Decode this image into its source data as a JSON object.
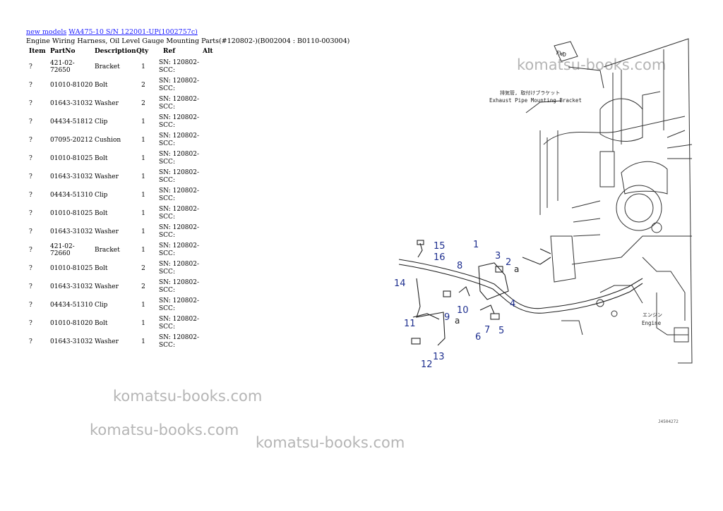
{
  "breadcrumb": {
    "link1": "new models",
    "link2": "WA475-10 S/N 122001-UP(1002757c)"
  },
  "subtitle": "Engine Wiring Harness, Oil Level Gauge Mounting Parts(#120802-)(B002004 : B0110-003004)",
  "table": {
    "headers": {
      "item": "Item",
      "partno": "PartNo",
      "description": "Description",
      "qty": "Qty",
      "ref": "Ref",
      "alt": "Alt"
    },
    "rows": [
      {
        "item": "?",
        "partno": "421-02-72650",
        "description": "Bracket",
        "qty": "1",
        "ref1": "SN: 120802-",
        "ref2": "SCC:"
      },
      {
        "item": "?",
        "partno": "01010-81020",
        "description": "Bolt",
        "qty": "2",
        "ref1": "SN: 120802-",
        "ref2": "SCC:"
      },
      {
        "item": "?",
        "partno": "01643-31032",
        "description": "Washer",
        "qty": "2",
        "ref1": "SN: 120802-",
        "ref2": "SCC:"
      },
      {
        "item": "?",
        "partno": "04434-51812",
        "description": "Clip",
        "qty": "1",
        "ref1": "SN: 120802-",
        "ref2": "SCC:"
      },
      {
        "item": "?",
        "partno": "07095-20212",
        "description": "Cushion",
        "qty": "1",
        "ref1": "SN: 120802-",
        "ref2": "SCC:"
      },
      {
        "item": "?",
        "partno": "01010-81025",
        "description": "Bolt",
        "qty": "1",
        "ref1": "SN: 120802-",
        "ref2": "SCC:"
      },
      {
        "item": "?",
        "partno": "01643-31032",
        "description": "Washer",
        "qty": "1",
        "ref1": "SN: 120802-",
        "ref2": "SCC:"
      },
      {
        "item": "?",
        "partno": "04434-51310",
        "description": "Clip",
        "qty": "1",
        "ref1": "SN: 120802-",
        "ref2": "SCC:"
      },
      {
        "item": "?",
        "partno": "01010-81025",
        "description": "Bolt",
        "qty": "1",
        "ref1": "SN: 120802-",
        "ref2": "SCC:"
      },
      {
        "item": "?",
        "partno": "01643-31032",
        "description": "Washer",
        "qty": "1",
        "ref1": "SN: 120802-",
        "ref2": "SCC:"
      },
      {
        "item": "?",
        "partno": "421-02-72660",
        "description": "Bracket",
        "qty": "1",
        "ref1": "SN: 120802-",
        "ref2": "SCC:"
      },
      {
        "item": "?",
        "partno": "01010-81025",
        "description": "Bolt",
        "qty": "2",
        "ref1": "SN: 120802-",
        "ref2": "SCC:"
      },
      {
        "item": "?",
        "partno": "01643-31032",
        "description": "Washer",
        "qty": "2",
        "ref1": "SN: 120802-",
        "ref2": "SCC:"
      },
      {
        "item": "?",
        "partno": "04434-51310",
        "description": "Clip",
        "qty": "1",
        "ref1": "SN: 120802-",
        "ref2": "SCC:"
      },
      {
        "item": "?",
        "partno": "01010-81020",
        "description": "Bolt",
        "qty": "1",
        "ref1": "SN: 120802-",
        "ref2": "SCC:"
      },
      {
        "item": "?",
        "partno": "01643-31032",
        "description": "Washer",
        "qty": "1",
        "ref1": "SN: 120802-",
        "ref2": "SCC:"
      }
    ]
  },
  "watermark": "komatsu-books.com",
  "diagram": {
    "fwd_label": "FWD",
    "bracket_label_jp": "排気管, 取付けブラケット",
    "bracket_label_en": "Exhaust Pipe Mounting Bracket",
    "engine_label_jp": "エンジン",
    "engine_label_en": "Engine",
    "ref_a": "a",
    "callouts": [
      "1",
      "2",
      "3",
      "4",
      "5",
      "6",
      "7",
      "8",
      "9",
      "10",
      "11",
      "12",
      "13",
      "14",
      "15",
      "16"
    ],
    "drawing_code": "J4504272",
    "callout_color": "#1e2f8f"
  }
}
